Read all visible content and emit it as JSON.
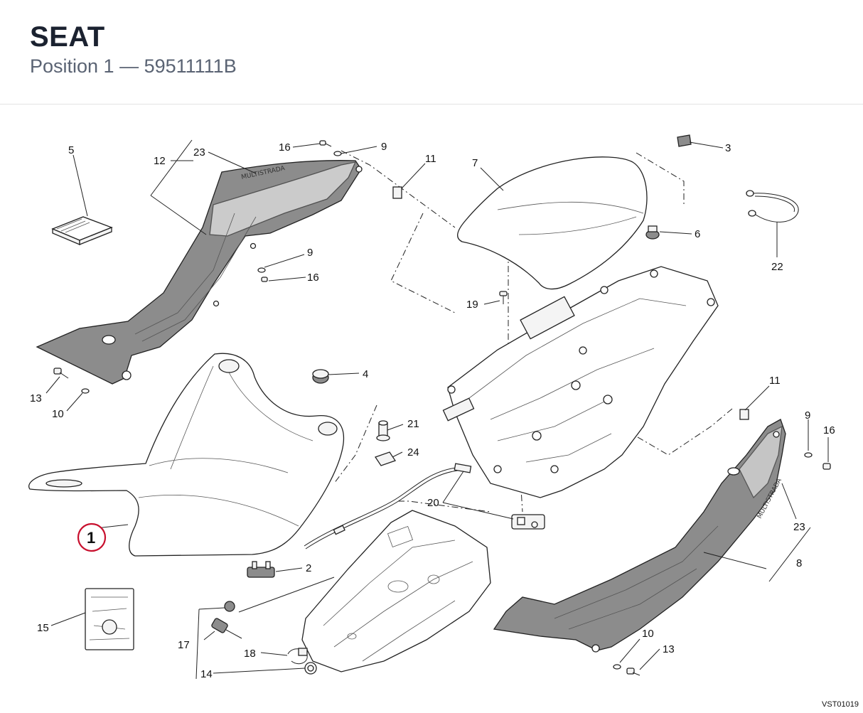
{
  "header": {
    "title": "SEAT",
    "subtitle": "Position 1 — 59511111B"
  },
  "diagram": {
    "reference_code": "VST01019",
    "highlight_color": "#c8102e",
    "callouts": {
      "c1": "1",
      "c2": "2",
      "c3": "3",
      "c4": "4",
      "c5": "5",
      "c6": "6",
      "c7": "7",
      "c8": "8",
      "c9a": "9",
      "c9b": "9",
      "c9c": "9",
      "c10a": "10",
      "c10b": "10",
      "c11a": "11",
      "c11b": "11",
      "c12": "12",
      "c13a": "13",
      "c13b": "13",
      "c14": "14",
      "c15": "15",
      "c16a": "16",
      "c16b": "16",
      "c16c": "16",
      "c17": "17",
      "c18": "18",
      "c19": "19",
      "c20": "20",
      "c21": "21",
      "c22": "22",
      "c23a": "23",
      "c23b": "23",
      "c24": "24"
    }
  }
}
